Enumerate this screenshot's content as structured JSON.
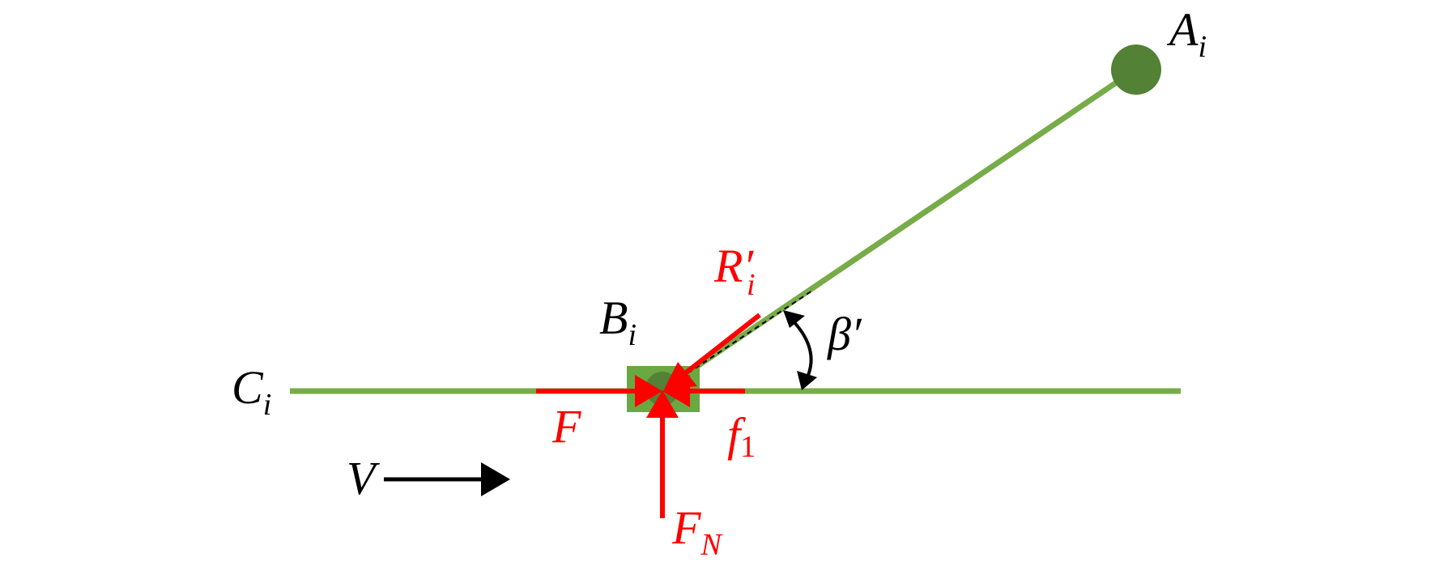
{
  "diagram": {
    "labels": {
      "A": {
        "main": "A",
        "sub": "i"
      },
      "B": {
        "main": "B",
        "sub": "i"
      },
      "C": {
        "main": "C",
        "sub": "i"
      },
      "R": {
        "main": "R",
        "sub": "i",
        "prime": "′"
      },
      "F": {
        "main": "F"
      },
      "FN": {
        "main": "F",
        "sub": "N"
      },
      "f1": {
        "main": "f",
        "sub": "1"
      },
      "V": {
        "main": "V"
      },
      "beta": {
        "main": "β",
        "prime": "′"
      }
    },
    "colors": {
      "rod": "#77ac48",
      "joint": "#538135",
      "block": "#6aa842",
      "force": "#ff0000",
      "text": "#000000"
    }
  }
}
